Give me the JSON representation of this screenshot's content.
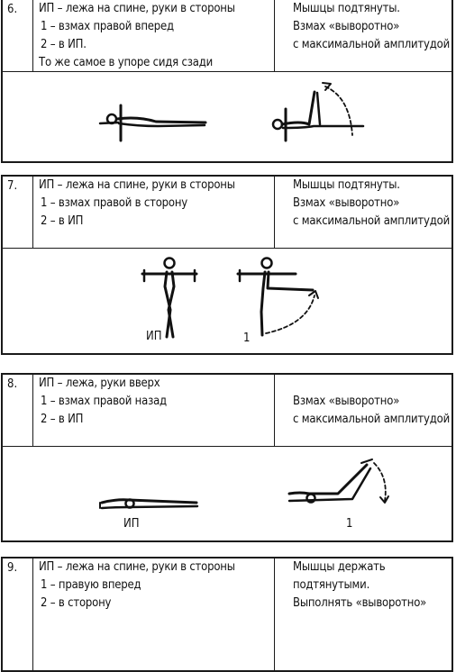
{
  "exercises": [
    {
      "num": "6.",
      "desc": [
        "ИП – лежа на спине, руки в стороны",
        "1 – взмах правой вперед",
        "2 – в ИП.",
        "То же самое в упоре сидя сзади"
      ],
      "note": [
        "Мышцы подтянуты.",
        "Взмах «выворотно»",
        "с максимальной амплитудой"
      ],
      "labels": []
    },
    {
      "num": "7.",
      "desc": [
        "ИП – лежа на спине, руки в стороны",
        "1 – взмах правой в сторону",
        "2 – в ИП"
      ],
      "note": [
        "Мышцы подтянуты.",
        "Взмах «выворотно»",
        "с максимальной амплитудой"
      ],
      "labels": [
        "ИП",
        "1"
      ]
    },
    {
      "num": "8.",
      "desc": [
        "ИП – лежа, руки вверх",
        "1 – взмах правой назад",
        "2 – в ИП"
      ],
      "note": [
        "",
        "Взмах «выворотно»",
        "с максимальной амплитудой"
      ],
      "labels": [
        "ИП",
        "1"
      ]
    },
    {
      "num": "9.",
      "desc": [
        "ИП – лежа на спине, руки в стороны",
        "1 – правую вперед",
        "2 – в сторону"
      ],
      "note": [
        "Мышцы держать",
        "подтянутыми.",
        "Выполнять «выворотно»"
      ],
      "labels": []
    }
  ]
}
